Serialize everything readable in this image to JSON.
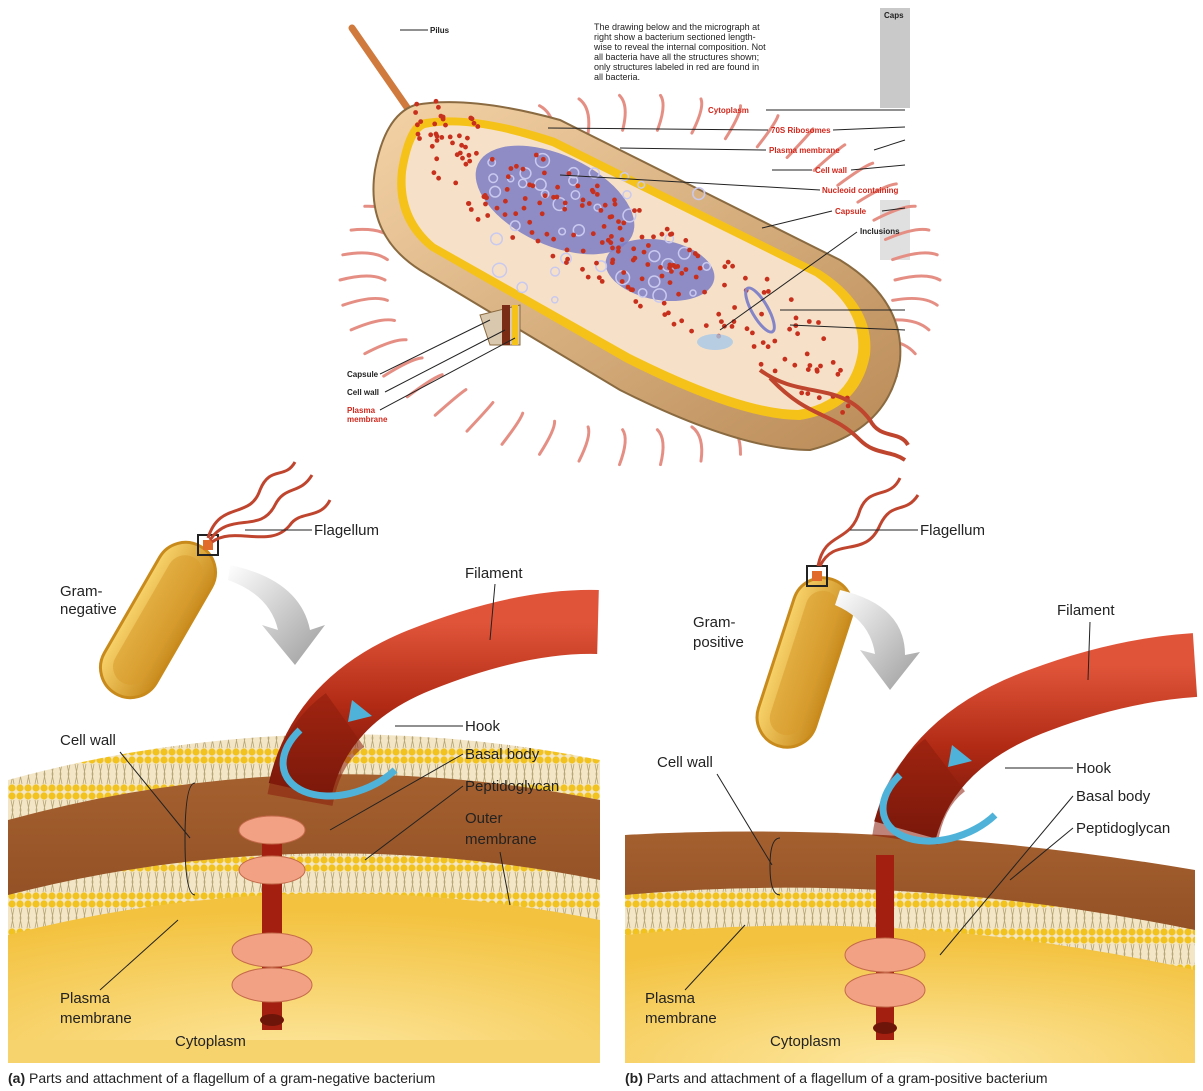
{
  "top_figure": {
    "intro_lines": [
      "The drawing below and the micrograph at",
      "right show a bacterium sectioned length-",
      "wise to reveal the internal composition. Not",
      "all bacteria have all the structures shown;",
      "only structures labeled in red are found in",
      "all bacteria."
    ],
    "labels": {
      "pilus": "Pilus",
      "cytoplasm": "Cytoplasm",
      "ribosomes": "70S Ribosomes",
      "plasma_membrane": "Plasma membrane",
      "cell_wall": "Cell wall",
      "nucleoid": "Nucleoid containing",
      "capsule": "Capsule",
      "inclusions": "Inclusions",
      "capsule_bottom": "Capsule",
      "cell_wall_bottom": "Cell wall",
      "plasma_bottom_1": "Plasma",
      "plasma_bottom_2": "membrane",
      "micrograph_cut": "Caps"
    }
  },
  "panel_a": {
    "labels": {
      "flagellum": "Flagellum",
      "gram_1": "Gram-",
      "gram_2": "negative",
      "filament": "Filament",
      "hook": "Hook",
      "basal_body": "Basal body",
      "peptidoglycan": "Peptidoglycan",
      "outer_1": "Outer",
      "outer_2": "membrane",
      "cell_wall": "Cell wall",
      "plasma_1": "Plasma",
      "plasma_2": "membrane",
      "cytoplasm": "Cytoplasm"
    },
    "caption_tag": "(a)",
    "caption": " Parts and attachment of a flagellum of a gram-negative bacterium"
  },
  "panel_b": {
    "labels": {
      "flagellum": "Flagellum",
      "gram_1": "Gram-",
      "gram_2": "positive",
      "filament": "Filament",
      "hook": "Hook",
      "basal_body": "Basal body",
      "peptidoglycan": "Peptidoglycan",
      "cell_wall": "Cell wall",
      "plasma_1": "Plasma",
      "plasma_2": "membrane",
      "cytoplasm": "Cytoplasm"
    },
    "caption_tag": "(b)",
    "caption": " Parts and attachment of a flagellum of a gram-positive bacterium"
  },
  "colors": {
    "cell_fill": "#e9b980",
    "ribosome": "#c7301d",
    "nucleoid": "#6a6ab4",
    "flagellum": "#b5301a",
    "cytoplasm": "#f6cf55",
    "peptidoglycan": "#8c4a22",
    "basal_disc": "#f2a184",
    "accent_red": "#d0281d"
  }
}
